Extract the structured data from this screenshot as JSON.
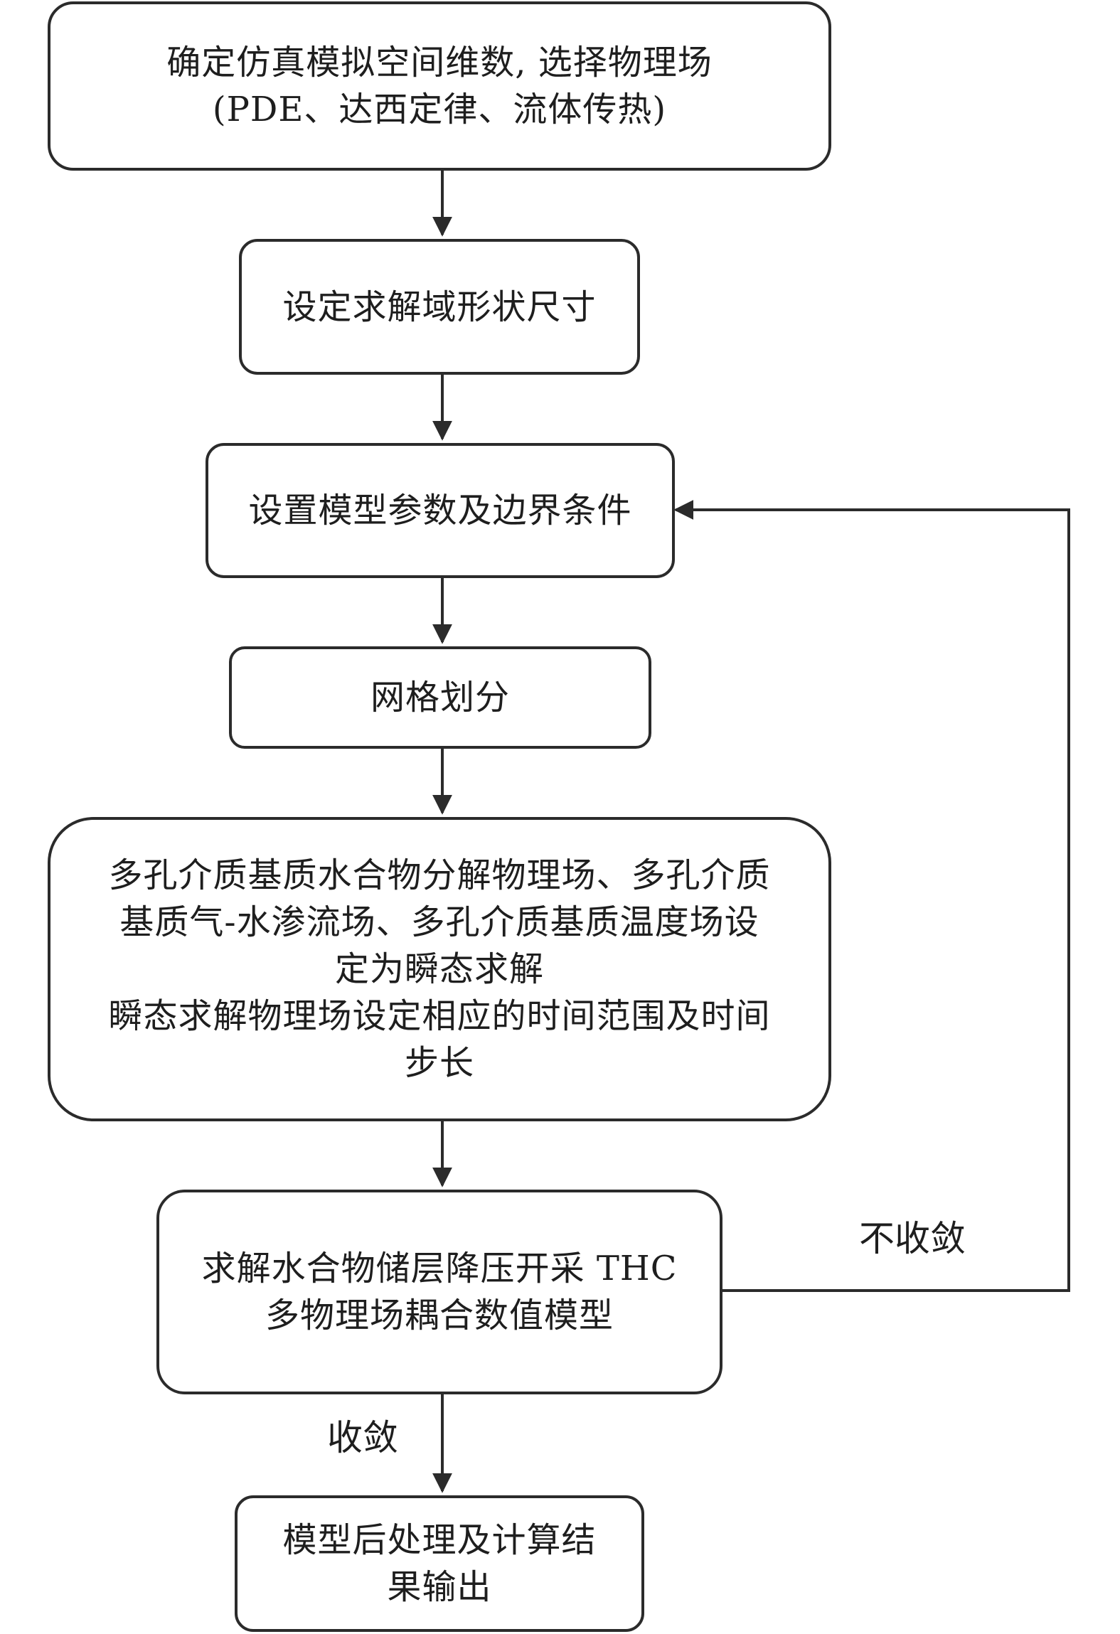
{
  "nodes": {
    "step1": {
      "line1": "确定仿真模拟空间维数, 选择物理场",
      "line2": "(PDE、达西定律、流体传热)"
    },
    "step2": {
      "line1": "设定求解域形状尺寸"
    },
    "step3": {
      "line1": "设置模型参数及边界条件"
    },
    "step4": {
      "line1": "网格划分"
    },
    "step5": {
      "line1": "多孔介质基质水合物分解物理场、多孔介质",
      "line2": "基质气-水渗流场、多孔介质基质温度场设",
      "line3": "定为瞬态求解",
      "line4": "瞬态求解物理场设定相应的时间范围及时间",
      "line5": "步长"
    },
    "step6": {
      "line1": "求解水合物储层降压开采 THC",
      "line2": "多物理场耦合数值模型"
    },
    "step7": {
      "line1": "模型后处理及计算结",
      "line2": "果输出"
    }
  },
  "edges": {
    "converged_label": "收敛",
    "not_converged_label": "不收敛"
  }
}
